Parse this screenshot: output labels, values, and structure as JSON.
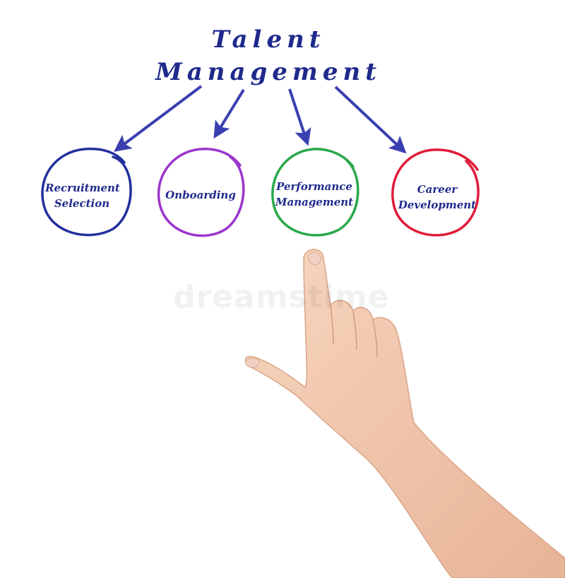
{
  "title": {
    "line1": "Talent",
    "line2": "Management"
  },
  "nodes": [
    {
      "lines": [
        "Recruitment",
        "Selection"
      ],
      "color": "#24309c"
    },
    {
      "lines": [
        "Onboarding"
      ],
      "color": "#9b35cc"
    },
    {
      "lines": [
        "Performance",
        "Management"
      ],
      "color": "#2aa84a"
    },
    {
      "lines": [
        "Career",
        "Development"
      ],
      "color": "#e01c3a"
    }
  ],
  "colors": {
    "arrow": "#3a3fb0",
    "text": "#1f2a8c",
    "skin": "#f2c9ae"
  },
  "watermark": "dreamstime"
}
